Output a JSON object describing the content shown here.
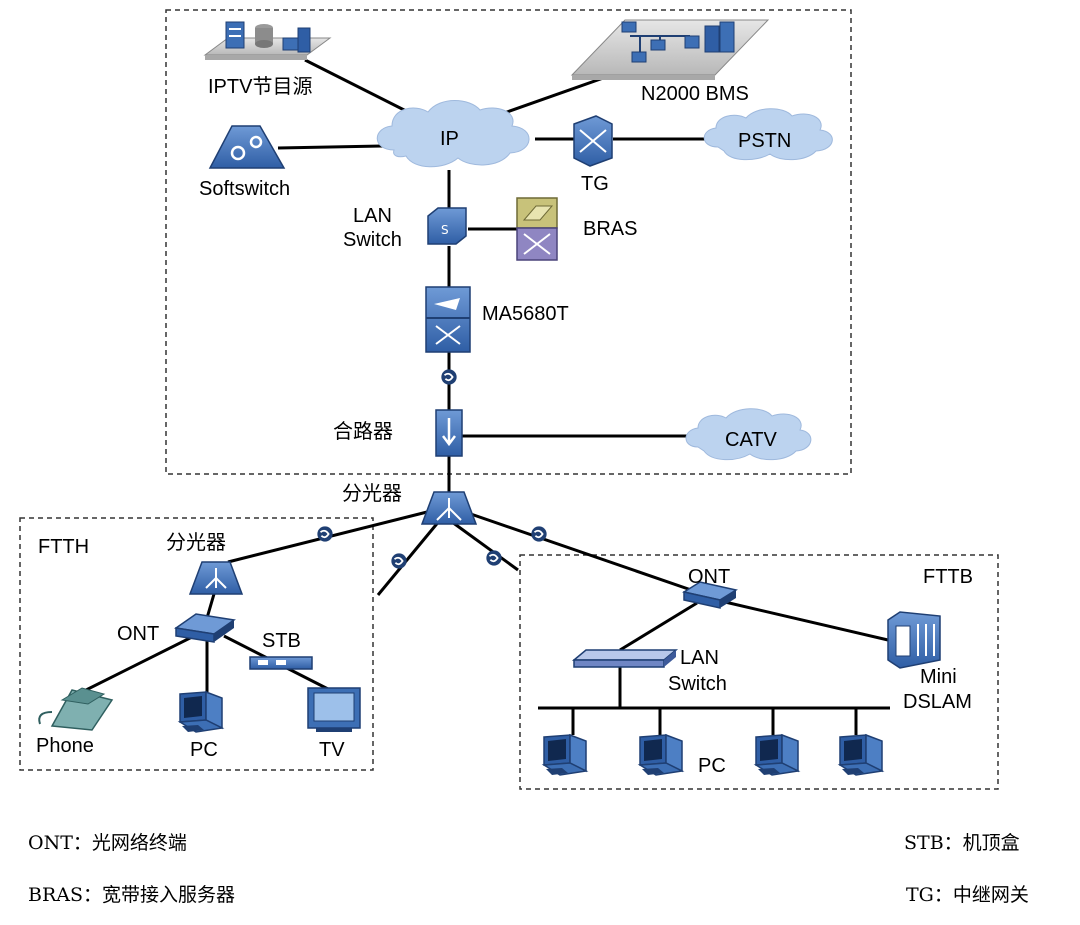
{
  "regions": {
    "ftth": "FTTH",
    "fttb": "FTTB"
  },
  "nodes": {
    "iptv": "IPTV节目源",
    "bms": "N2000 BMS",
    "ip": "IP",
    "pstn": "PSTN",
    "tg": "TG",
    "softswitch": "Softswitch",
    "lan_switch_core_line1": "LAN",
    "lan_switch_core_line2": "Switch",
    "bras": "BRAS",
    "ma5680t": "MA5680T",
    "combiner": "合路器",
    "catv": "CATV",
    "splitter_main": "分光器",
    "splitter_ftth": "分光器",
    "ont_ftth": "ONT",
    "stb": "STB",
    "phone": "Phone",
    "pc_ftth": "PC",
    "tv": "TV",
    "ont_fttb": "ONT",
    "lan_switch_fttb_line1": "LAN",
    "lan_switch_fttb_line2": "Switch",
    "mini_dslam_line1": "Mini",
    "mini_dslam_line2": "DSLAM",
    "pc_fttb": "PC"
  },
  "legend": {
    "ont": "ONT：光网络终端",
    "bras": "BRAS：宽带接入服务器",
    "stb": "STB：机顶盒",
    "tg": "TG：中继网关"
  },
  "colors": {
    "device_blue": "#3d6fb5",
    "device_dark": "#1f3f73",
    "cloud": "#bcd3ef",
    "bras_yellow": "#c8c27a",
    "bras_purple": "#8f86c2"
  },
  "icons": [
    "server-icon",
    "workstation-icon",
    "cloud-icon",
    "softswitch-icon",
    "gateway-icon",
    "switch-icon",
    "router-icon",
    "olt-icon",
    "fiber-icon",
    "combiner-icon",
    "splitter-icon",
    "ont-icon",
    "stb-icon",
    "phone-icon",
    "pc-icon",
    "tv-icon",
    "dslam-icon"
  ]
}
